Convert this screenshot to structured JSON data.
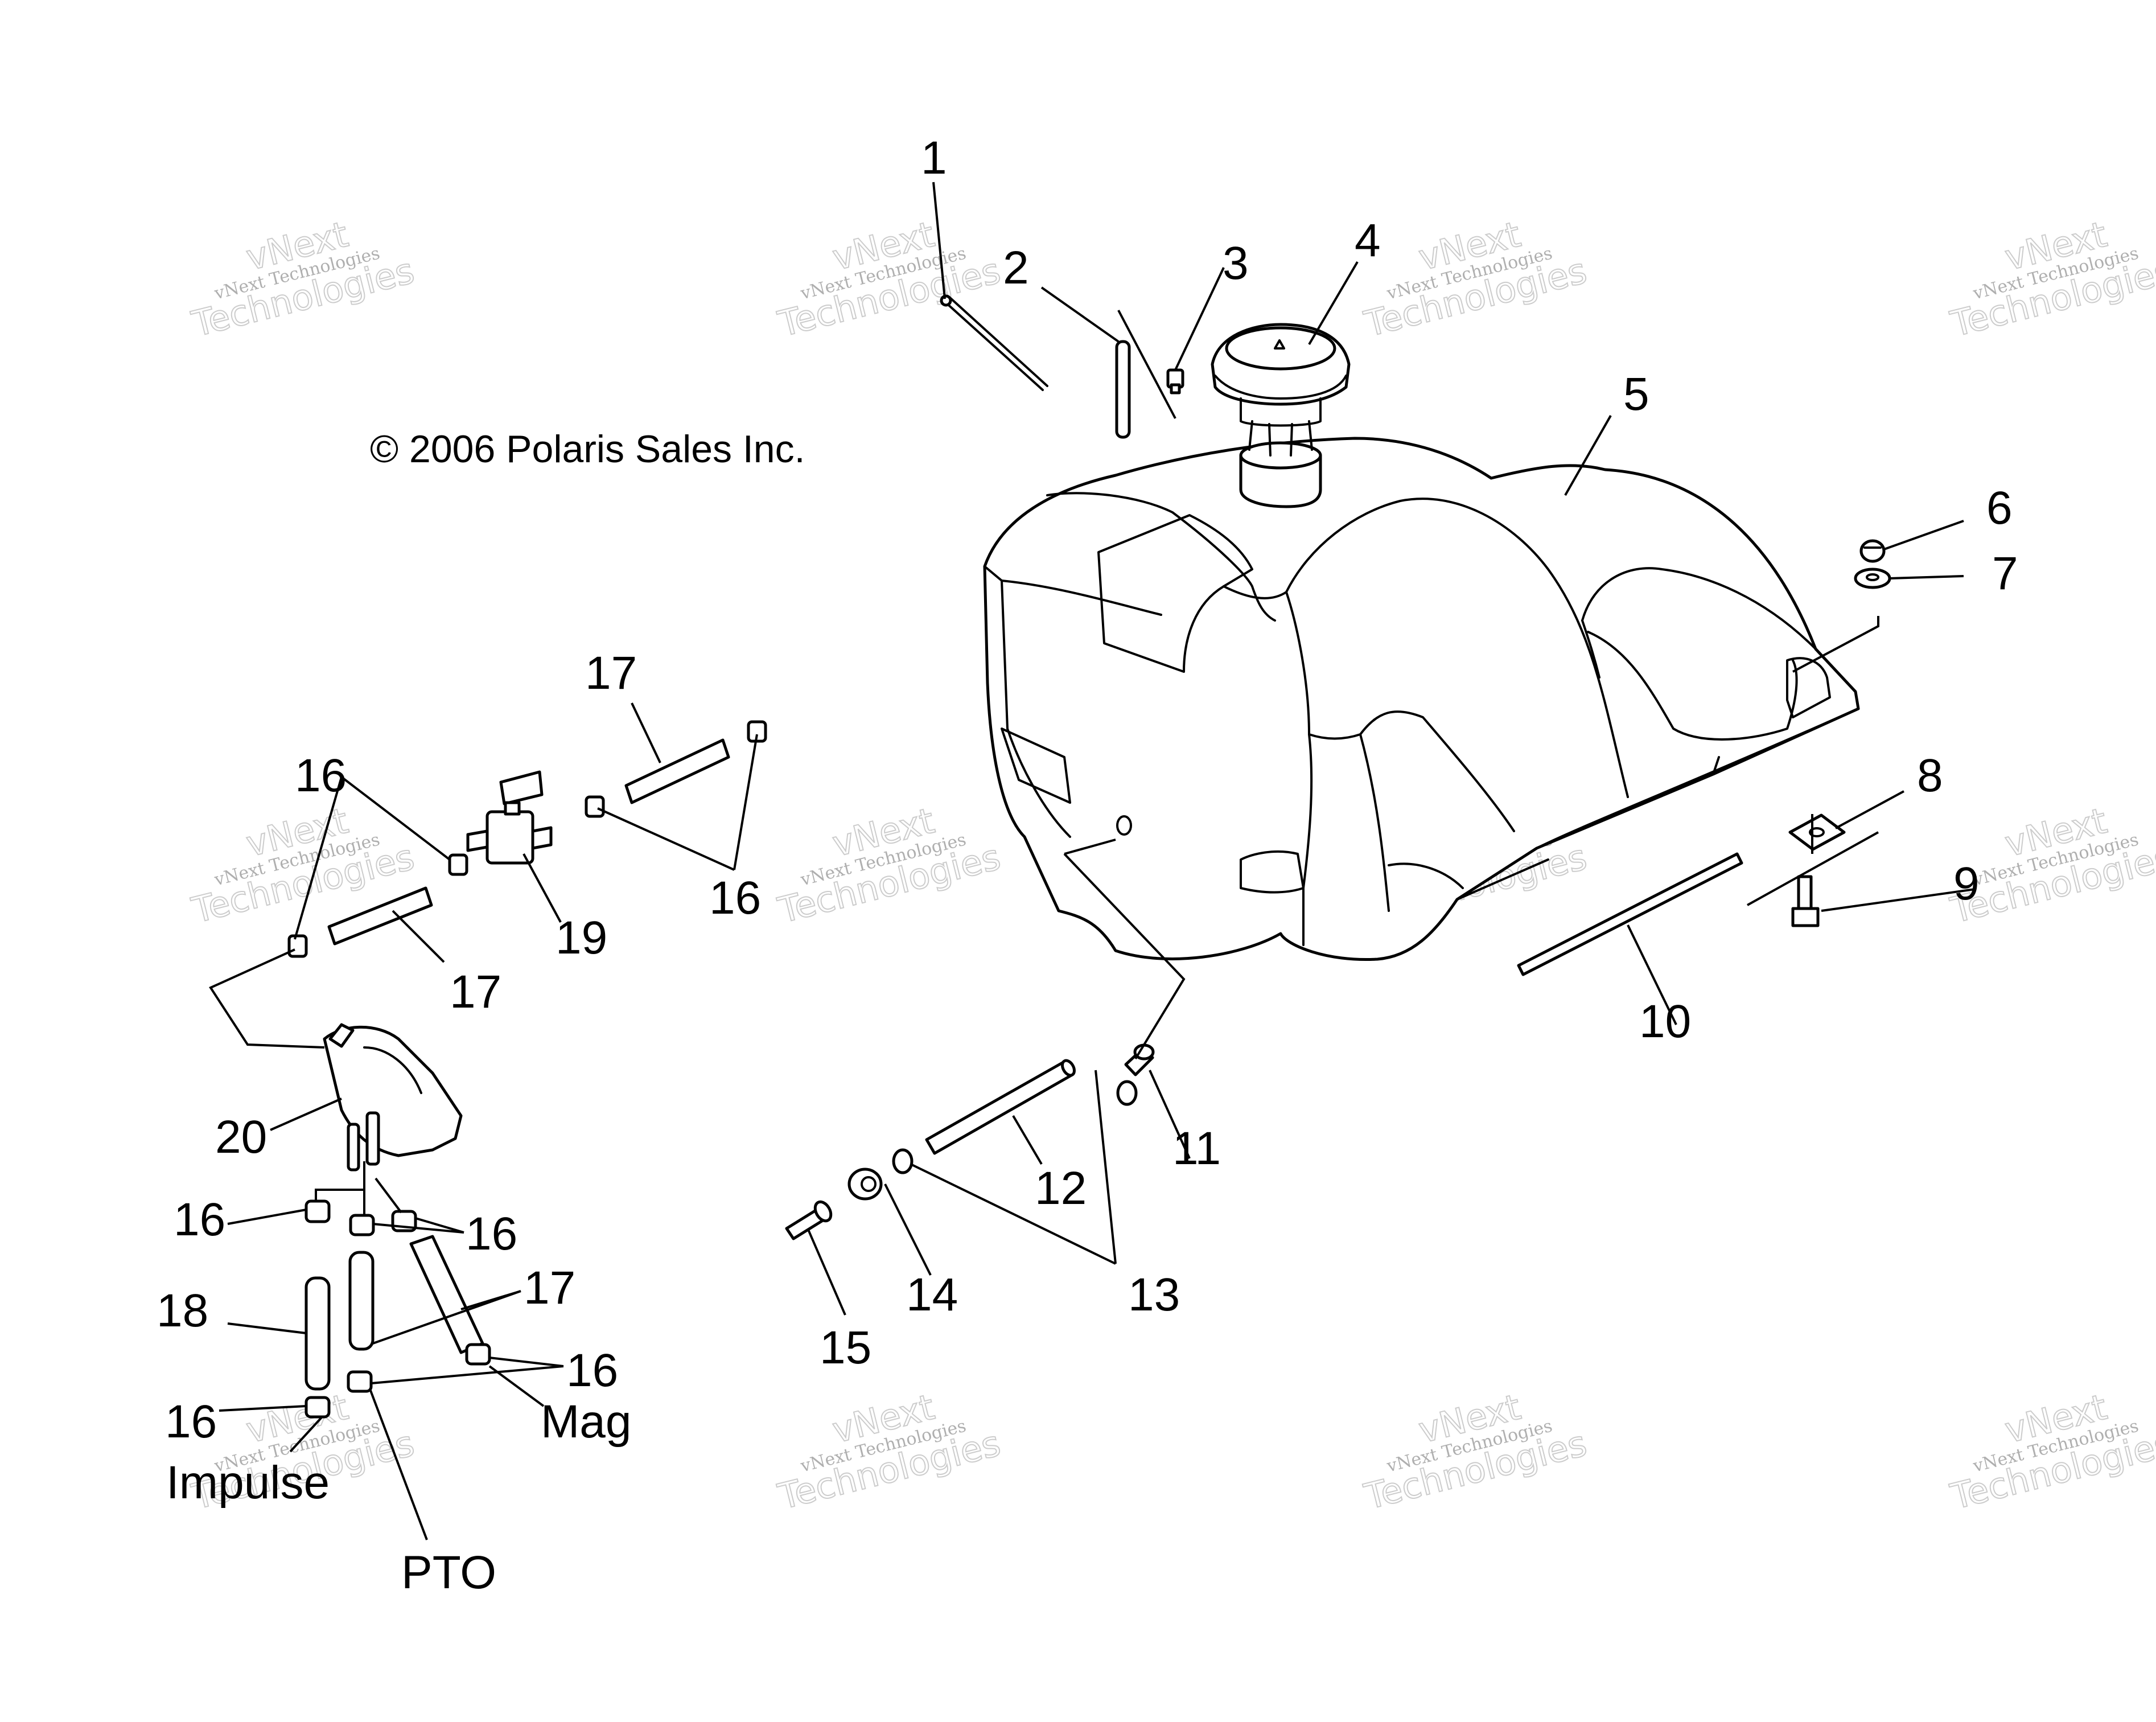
{
  "copyright": "© 2006 Polaris Sales Inc.",
  "watermark": {
    "line1": "vNext Technologies",
    "line2": "Technologies",
    "line3": "vNext"
  },
  "callouts": {
    "c1": "1",
    "c2": "2",
    "c3": "3",
    "c4": "4",
    "c5": "5",
    "c6": "6",
    "c7": "7",
    "c8": "8",
    "c9": "9",
    "c10": "10",
    "c11": "11",
    "c12": "12",
    "c13": "13",
    "c14": "14",
    "c15": "15",
    "c18": "18",
    "c19": "19",
    "c20": "20",
    "c16a": "16",
    "c16b": "16",
    "c16c": "16",
    "c16d": "16",
    "c16e": "16",
    "c16f": "16",
    "c17a": "17",
    "c17b": "17",
    "c17c": "17"
  },
  "labels": {
    "mag": "Mag",
    "impulse": "Impulse",
    "pto": "PTO"
  }
}
